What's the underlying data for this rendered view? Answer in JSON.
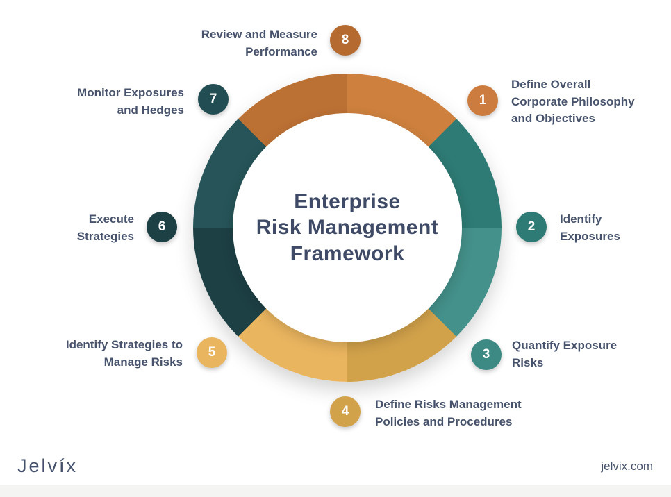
{
  "center_title": "Enterprise\nRisk Management\nFramework",
  "steps": [
    {
      "number": "1",
      "label": "Define Overall\nCorporate Philosophy\nand Objectives",
      "badge_color": "#cc7c3e",
      "segment_color": "#ce813e"
    },
    {
      "number": "2",
      "label": "Identify\nExposures",
      "badge_color": "#2e7a74",
      "segment_color": "#2e7a74"
    },
    {
      "number": "3",
      "label": "Quantify Exposure\nRisks",
      "badge_color": "#3c8a83",
      "segment_color": "#44908a"
    },
    {
      "number": "4",
      "label": "Define Risks Management\nPolicies and Procedures",
      "badge_color": "#d2a24b",
      "segment_color": "#d2a24b"
    },
    {
      "number": "5",
      "label": "Identify Strategies to\nManage Risks",
      "badge_color": "#eab55f",
      "segment_color": "#eab55f"
    },
    {
      "number": "6",
      "label": "Execute\nStrategies",
      "badge_color": "#1d4045",
      "segment_color": "#1d4045"
    },
    {
      "number": "7",
      "label": "Monitor Exposures\nand Hedges",
      "badge_color": "#224e53",
      "segment_color": "#265458"
    },
    {
      "number": "8",
      "label": "Review and Measure\nPerformance",
      "badge_color": "#b56a30",
      "segment_color": "#bc7134"
    }
  ],
  "footer": {
    "logo": "Jelvíx",
    "website": "jelvix.com"
  },
  "colors": {
    "title_text": "#3e4a66",
    "label_text": "#47536c",
    "background": "#ffffff",
    "footer_strip": "#f4f4f2"
  },
  "chart_data": {
    "type": "pie",
    "subtype": "donut-cycle",
    "title": "Enterprise Risk Management Framework",
    "categories": [
      "Define Overall Corporate Philosophy and Objectives",
      "Identify Exposures",
      "Quantify Exposure Risks",
      "Define Risks Management Policies and Procedures",
      "Identify Strategies to Manage Risks",
      "Execute Strategies",
      "Monitor Exposures and Hedges",
      "Review and Measure Performance"
    ],
    "values": [
      45,
      45,
      45,
      45,
      45,
      45,
      45,
      45
    ],
    "value_unit": "degrees",
    "start_angle_deg": 0,
    "direction": "clockwise",
    "legend_position": "around-ring"
  }
}
